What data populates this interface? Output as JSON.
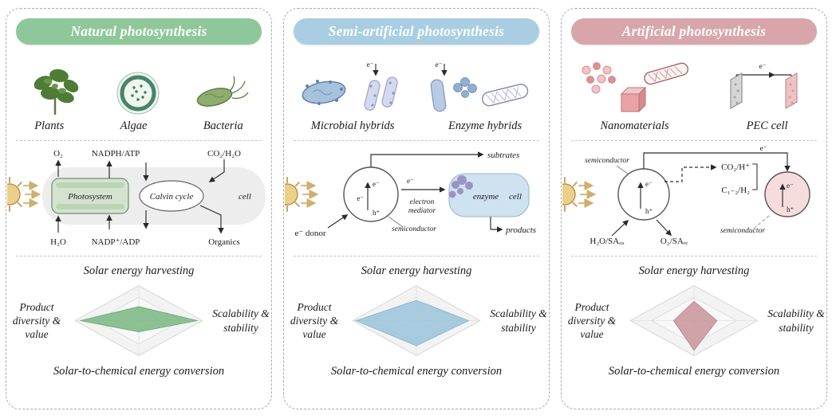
{
  "panels": [
    {
      "title": "Natural photosynthesis",
      "colors": {
        "header": "#8ec79a",
        "radar_fill": "#7cba84",
        "radar_stroke": "#69a873"
      },
      "icons": [
        {
          "label": "Plants"
        },
        {
          "label": "Algae"
        },
        {
          "label": "Bacteria"
        }
      ],
      "diagram": {
        "o2": "O₂",
        "nadph_atp": "NADPH/ATP",
        "co2_h2o": "CO₂/H₂O",
        "h2o": "H₂O",
        "nadp_adp": "NADP⁺/ADP",
        "organics": "Organics",
        "photosystem": "Photosystem",
        "calvin_cycle": "Calvin cycle",
        "cell": "cell"
      },
      "radar": {
        "top_label": "Solar energy harvesting",
        "right_label": "Scalability & stability",
        "bottom_label": "Solar-to-chemical energy conversion",
        "left_label": "Product diversity & value",
        "values": {
          "top": 0.4,
          "right": 0.92,
          "bottom": 0.32,
          "left": 0.92
        }
      }
    },
    {
      "title": "Semi-artificial photosynthesis",
      "colors": {
        "header": "#a9cde2",
        "radar_fill": "#9cc4db",
        "radar_stroke": "#84b2cd"
      },
      "icons": [
        {
          "label": "Microbial hybrids",
          "e_label": "e⁻"
        },
        {
          "label": "Enzyme hybrids",
          "e_label": "e⁻"
        }
      ],
      "diagram": {
        "e_donor": "e⁻ donor",
        "e_inner_top": "e⁻",
        "e_inner_mid": "e⁻",
        "h_inner": "h⁺",
        "semiconductor": "semiconductor",
        "mediator_e": "e⁻",
        "mediator_line1": "electron",
        "mediator_line2": "mediator",
        "enzyme": "enzyme",
        "cell": "cell",
        "substrates": "subtrates",
        "products": "products"
      },
      "radar": {
        "top_label": "Solar energy harvesting",
        "right_label": "Scalability & stability",
        "bottom_label": "Solar-to-chemical energy conversion",
        "left_label": "Product diversity & value",
        "values": {
          "top": 0.58,
          "right": 0.82,
          "bottom": 0.72,
          "left": 0.95
        }
      }
    },
    {
      "title": "Artificial photosynthesis",
      "colors": {
        "header": "#d8a6aa",
        "radar_fill": "#c9969c",
        "radar_stroke": "#b5818a"
      },
      "icons": [
        {
          "label": "Nanomaterials"
        },
        {
          "label": "PEC cell",
          "e_label": "e⁻"
        }
      ],
      "diagram": {
        "semiconductor_left": "semiconductor",
        "semiconductor_right": "semiconductor",
        "e_wire": "e⁻",
        "e_left": "e⁻",
        "h_left": "h⁺",
        "e_right": "e⁻",
        "h_right": "h⁺",
        "co2_h": "CO₂/H⁺",
        "c12_h2": "C₁₋₂/H₂",
        "h2o_sa": "H₂O/SAₒₓ",
        "o2_sa": "O₂/SAᵣₑ"
      },
      "radar": {
        "top_label": "Solar energy harvesting",
        "right_label": "Scalability & stability",
        "bottom_label": "Solar-to-chemical energy conversion",
        "left_label": "Product diversity & value",
        "values": {
          "top": 0.55,
          "right": 0.36,
          "bottom": 0.85,
          "left": 0.32
        }
      }
    }
  ]
}
